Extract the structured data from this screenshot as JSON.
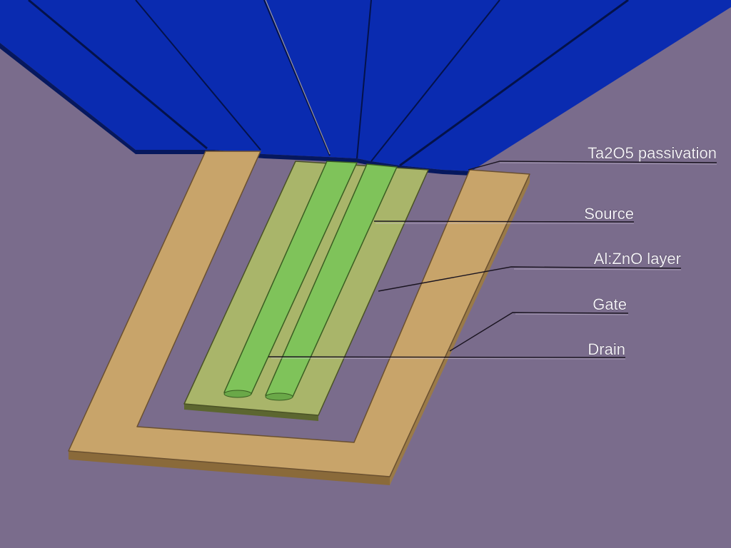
{
  "background_color": "#7a6c8c",
  "colors": {
    "passivation": "#0a2bb0",
    "passivation_edge": "#06185e",
    "drain_frame": "#c8a46a",
    "drain_frame_edge": "#8a6a3a",
    "alzno_layer": "#a9b56a",
    "alzno_edge": "#5c6630",
    "electrode": "#7fc35a",
    "electrode_edge": "#3a5e22",
    "label_text": "#f4f1f8"
  },
  "labels": {
    "passivation": "Ta2O5 passivation",
    "source": "Source",
    "alzno": "Al:ZnO layer",
    "gate": "Gate",
    "drain": "Drain"
  }
}
